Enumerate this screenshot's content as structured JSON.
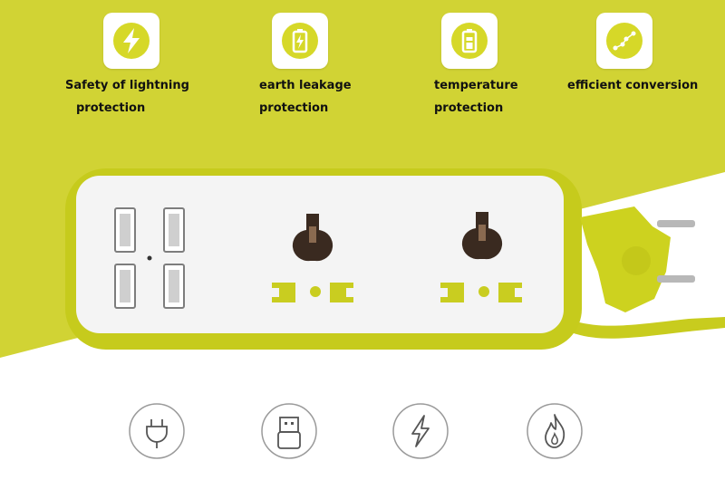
{
  "colors": {
    "accent": "#d1d334",
    "icon_fill": "#d6d828",
    "socket_white": "#f3f3f3",
    "line_gray": "#9a9a9a"
  },
  "features": [
    {
      "icon": "lightning-icon",
      "line1": "Safety of lightning",
      "line2": "protection"
    },
    {
      "icon": "battery-charge-icon",
      "line1": "earth leakage",
      "line2": "protection"
    },
    {
      "icon": "battery-temperature-icon",
      "line1": "temperature",
      "line2": "protection"
    },
    {
      "icon": "conversion-nodes-icon",
      "line1": "efficient conversion",
      "line2": ""
    }
  ],
  "bottom_icons": [
    "plug-icon",
    "usb-icon",
    "lightning-icon",
    "flame-icon"
  ]
}
